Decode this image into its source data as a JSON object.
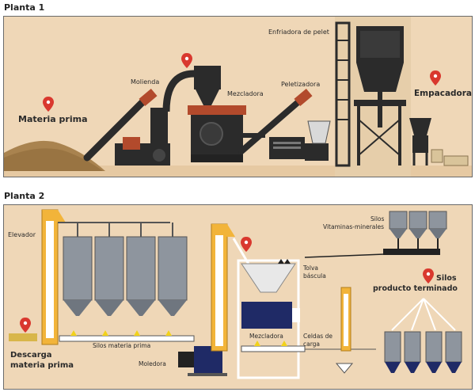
{
  "plant1": {
    "title": "Planta 1",
    "labels": {
      "materia_prima": "Materia prima",
      "molienda": "Molienda",
      "mezcladora": "Mezcladora",
      "peletizadora": "Peletizadora",
      "enfriadora": "Enfriadora de pelet",
      "empacadora": "Empacadora"
    }
  },
  "plant2": {
    "title": "Planta 2",
    "labels": {
      "elevador": "Elevador",
      "descarga_1": "Descarga",
      "descarga_2": "materia prima",
      "silos_mp": "Silos materia prima",
      "moledora": "Moledora",
      "mezcladora": "Mezcladora",
      "tolva_1": "Tolva",
      "tolva_2": "báscula",
      "celdas_1": "Celdas de",
      "celdas_2": "carga",
      "silos_vit_1": "Silos",
      "silos_vit_2": "Vitaminas-minerales",
      "silos_pt_1": "Silos",
      "silos_pt_2": "producto terminado"
    }
  },
  "colors": {
    "panel_bg": "#efd7b7",
    "pin": "#d9382e",
    "machine": "#2b2b2b",
    "elevator": "#f2b43a",
    "silo": "#8e959e",
    "mixer_blue": "#1f2a66"
  }
}
